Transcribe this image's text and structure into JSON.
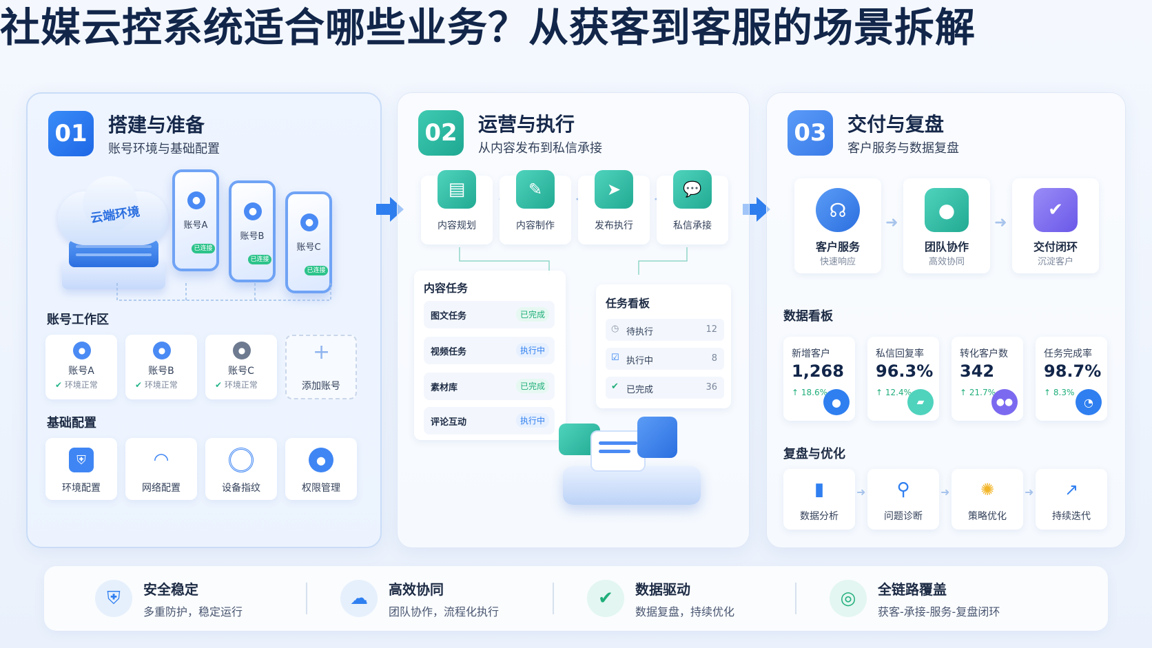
{
  "title": "社媒云控系统适合哪些业务？从获客到客服的场景拆解",
  "colors": {
    "blue": "#2f7ff0",
    "teal": "#27b6a5",
    "purple": "#7b6af0",
    "title": "#12264a"
  },
  "panels": [
    {
      "num": "01",
      "title": "搭建与准备",
      "subtitle": "账号环境与基础配置",
      "cloud_label": "云端环境",
      "phones": [
        {
          "label": "账号A",
          "tag": "已连接"
        },
        {
          "label": "账号B",
          "tag": "已连接"
        },
        {
          "label": "账号C",
          "tag": "已连接"
        }
      ],
      "workspace_label": "账号工作区",
      "accounts": [
        {
          "name": "账号A",
          "status": "环境正常"
        },
        {
          "name": "账号B",
          "status": "环境正常"
        },
        {
          "name": "账号C",
          "status": "环境正常"
        }
      ],
      "add_account": "添加账号",
      "config_label": "基础配置",
      "configs": [
        {
          "label": "环境配置",
          "icon": "shield-icon"
        },
        {
          "label": "网络配置",
          "icon": "wifi-icon"
        },
        {
          "label": "设备指纹",
          "icon": "fingerprint-icon"
        },
        {
          "label": "权限管理",
          "icon": "user-lock-icon"
        }
      ]
    },
    {
      "num": "02",
      "title": "运营与执行",
      "subtitle": "从内容发布到私信承接",
      "steps": [
        {
          "label": "内容规划",
          "icon": "document-icon"
        },
        {
          "label": "内容制作",
          "icon": "edit-icon"
        },
        {
          "label": "发布执行",
          "icon": "send-icon"
        },
        {
          "label": "私信承接",
          "icon": "chat-icon"
        }
      ],
      "tasks_label": "内容任务",
      "tasks": [
        {
          "name": "图文任务",
          "status": "已完成"
        },
        {
          "name": "视频任务",
          "status": "执行中"
        },
        {
          "name": "素材库",
          "status": "已完成"
        },
        {
          "name": "评论互动",
          "status": "执行中"
        }
      ],
      "board_label": "任务看板",
      "board": [
        {
          "label": "待执行",
          "count": "12"
        },
        {
          "label": "执行中",
          "count": "8"
        },
        {
          "label": "已完成",
          "count": "36"
        }
      ]
    },
    {
      "num": "03",
      "title": "交付与复盘",
      "subtitle": "客户服务与数据复盘",
      "services": [
        {
          "title": "客户服务",
          "sub": "快速响应",
          "icon": "headset-icon"
        },
        {
          "title": "团队协作",
          "sub": "高效协同",
          "icon": "team-icon"
        },
        {
          "title": "交付闭环",
          "sub": "沉淀客户",
          "icon": "folder-check-icon"
        }
      ],
      "dashboard_label": "数据看板",
      "kpis": [
        {
          "label": "新增客户",
          "value": "1,268",
          "growth": "↑ 18.6%",
          "icon": "user-icon"
        },
        {
          "label": "私信回复率",
          "value": "96.3%",
          "growth": "↑ 12.4%",
          "icon": "message-icon"
        },
        {
          "label": "转化客户数",
          "value": "342",
          "growth": "↑ 21.7%",
          "icon": "group-icon"
        },
        {
          "label": "任务完成率",
          "value": "98.7%",
          "growth": "↑ 8.3%",
          "icon": "pie-icon"
        }
      ],
      "review_label": "复盘与优化",
      "review": [
        {
          "label": "数据分析",
          "icon": "bar-chart-icon"
        },
        {
          "label": "问题诊断",
          "icon": "search-icon"
        },
        {
          "label": "策略优化",
          "icon": "lightbulb-icon"
        },
        {
          "label": "持续迭代",
          "icon": "trend-icon"
        }
      ]
    }
  ],
  "features": [
    {
      "title": "安全稳定",
      "sub": "多重防护，稳定运行",
      "icon": "shield-icon"
    },
    {
      "title": "高效协同",
      "sub": "团队协作，流程化执行",
      "icon": "cloud-icon"
    },
    {
      "title": "数据驱动",
      "sub": "数据复盘，持续优化",
      "icon": "check-circle-icon"
    },
    {
      "title": "全链路覆盖",
      "sub": "获客-承接-服务-复盘闭环",
      "icon": "target-icon"
    }
  ]
}
